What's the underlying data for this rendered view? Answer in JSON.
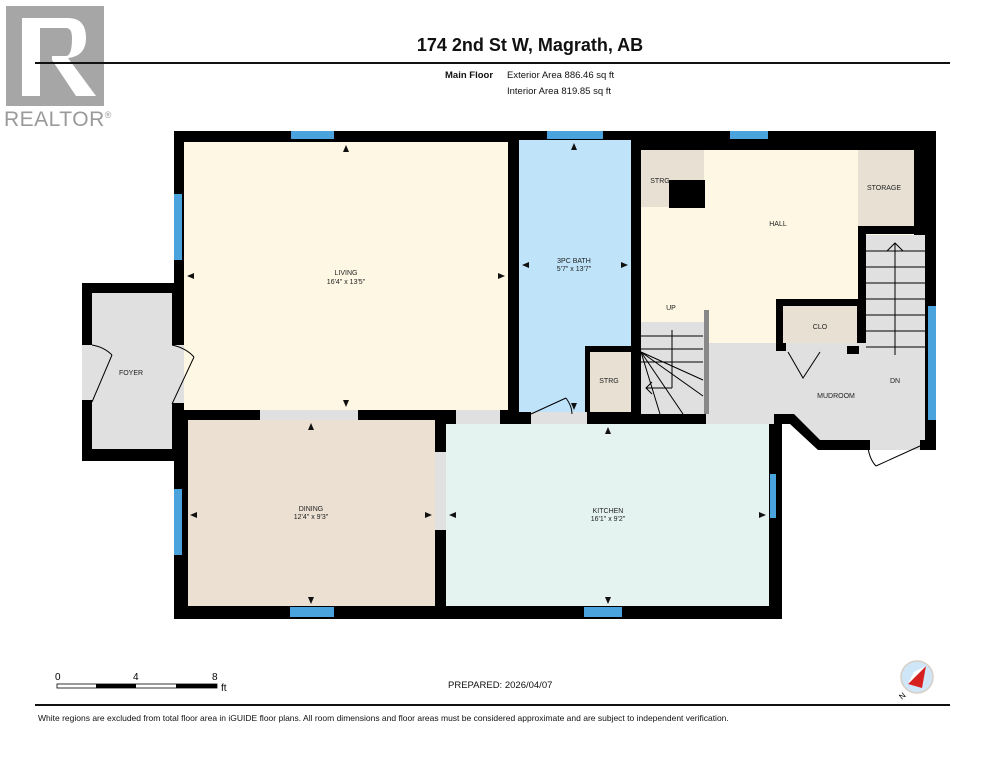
{
  "logo": {
    "word": "REALTOR",
    "mark": "®",
    "letter": "R"
  },
  "header": {
    "title": "174 2nd St W, Magrath, AB",
    "floor": "Main Floor",
    "exterior_area": "Exterior Area 886.46 sq ft",
    "interior_area": "Interior Area 819.85 sq ft"
  },
  "rooms": {
    "living": {
      "name": "LIVING",
      "dims": "16'4\" x 13'5\""
    },
    "bath": {
      "name": "3PC BATH",
      "dims": "5'7\" x 13'7\""
    },
    "hall": {
      "name": "HALL"
    },
    "strg_hall": {
      "name": "STRG"
    },
    "storage": {
      "name": "STORAGE"
    },
    "up": {
      "name": "UP"
    },
    "clo": {
      "name": "CLO"
    },
    "dn": {
      "name": "DN"
    },
    "mudroom": {
      "name": "MUDROOM"
    },
    "strg_bath": {
      "name": "STRG"
    },
    "foyer": {
      "name": "FOYER"
    },
    "dining": {
      "name": "DINING",
      "dims": "12'4\" x 9'3\""
    },
    "kitchen": {
      "name": "KITCHEN",
      "dims": "16'1\" x 9'2\""
    }
  },
  "scale": {
    "ticks": [
      "0",
      "4",
      "8"
    ],
    "unit": "ft"
  },
  "footer": {
    "prepared": "PREPARED: 2026/04/07",
    "compass_label": "N",
    "disclaimer": "White regions are excluded from total floor area in iGUIDE floor plans. All room dimensions and floor areas must be considered approximate and are subject to independent verification."
  },
  "colors": {
    "wall": "#000000",
    "window": "#4aa3dc",
    "living": "#fdf7e3",
    "bath": "#bfe3f9",
    "hall": "#fdf7e3",
    "storage": "#e8e0d2",
    "dining": "#ebe0d2",
    "kitchen": "#e5f3f0",
    "grey": "#e0e0e0"
  }
}
